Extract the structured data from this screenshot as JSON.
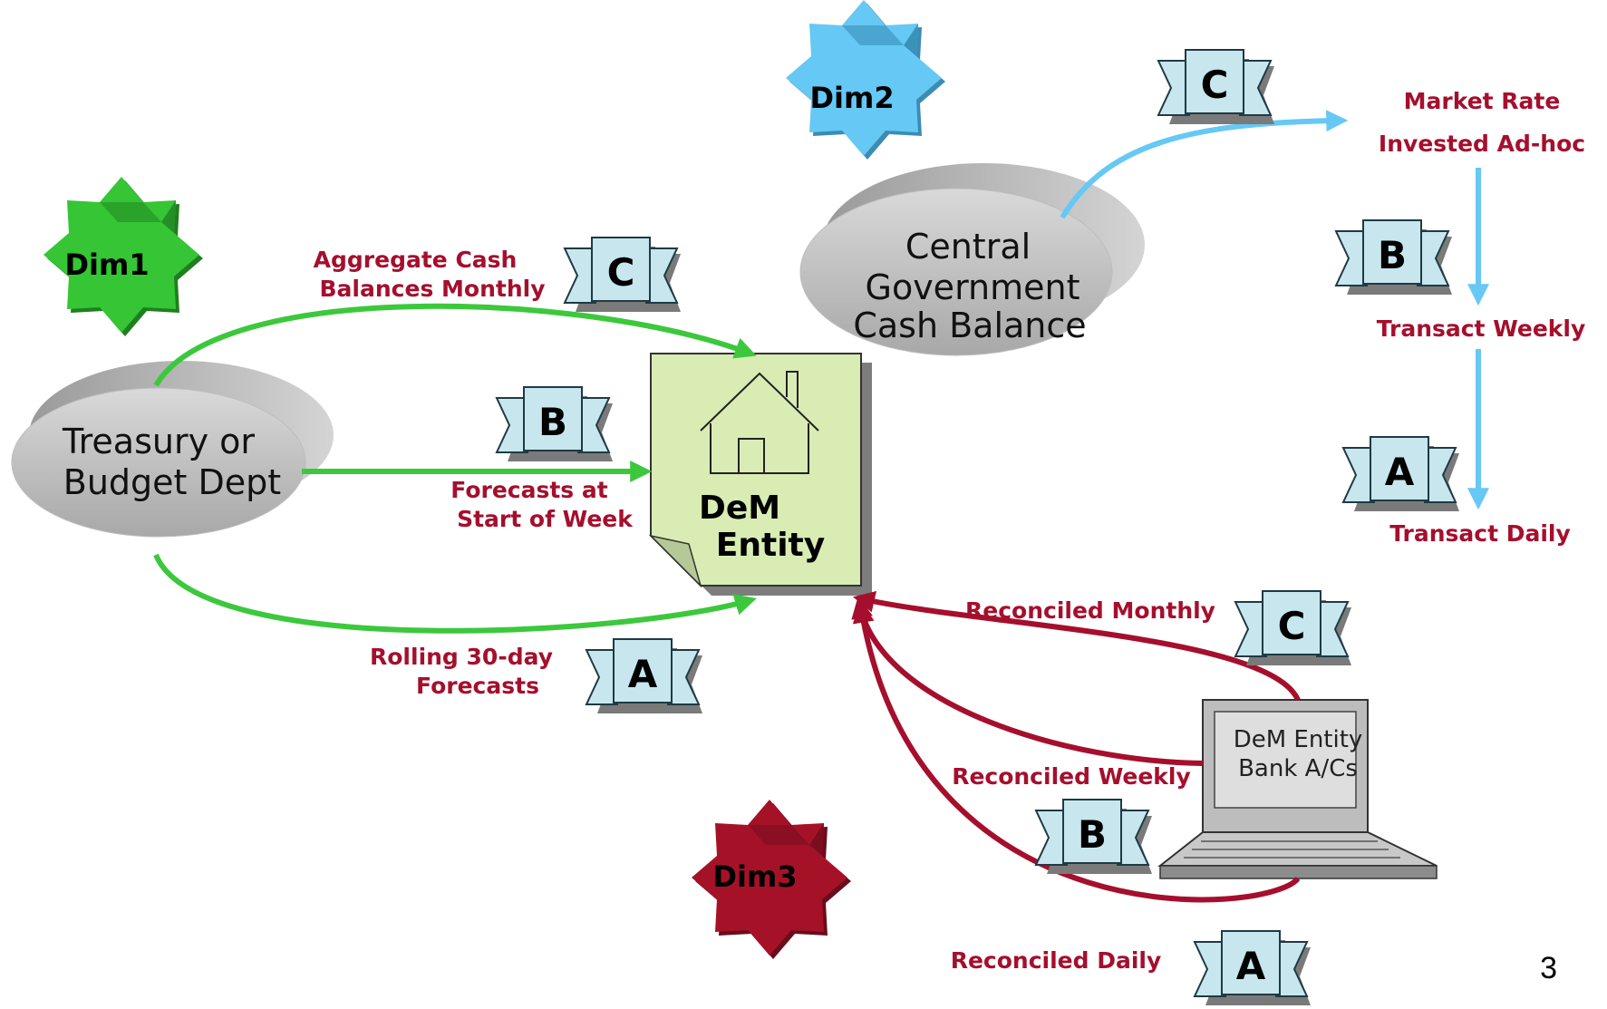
{
  "dims": [
    "Dim1",
    "Dim2",
    "Dim3"
  ],
  "nodes": {
    "treasury": [
      "Treasury or",
      "Budget Dept"
    ],
    "central_gov": [
      "Central",
      "Government",
      "Cash Balance"
    ],
    "entity": [
      "DeM",
      "Entity"
    ],
    "bank": [
      "DeM Entity",
      "Bank A/Cs"
    ]
  },
  "dim1_labels": {
    "aggregate": [
      "Aggregate Cash",
      "Balances Monthly"
    ],
    "forecasts": [
      "Forecasts at",
      "Start of Week"
    ],
    "rolling": [
      "Rolling 30-day",
      "Forecasts"
    ]
  },
  "dim2_labels": {
    "market_rate": "Market Rate",
    "invested": "Invested Ad-hoc",
    "weekly": "Transact Weekly",
    "daily": "Transact Daily"
  },
  "dim3_labels": {
    "monthly": "Reconciled Monthly",
    "weekly": "Reconciled Weekly",
    "daily": "Reconciled Daily"
  },
  "badges": [
    "A",
    "B",
    "C"
  ],
  "page_number": "3",
  "colors": {
    "green": "#3cc83c",
    "blue": "#66c8f5",
    "crimson": "#a50f2d",
    "ribbon": "#c8e6ee",
    "entity_fill": "#d9ecb4",
    "oval": "#c8c8c8"
  }
}
